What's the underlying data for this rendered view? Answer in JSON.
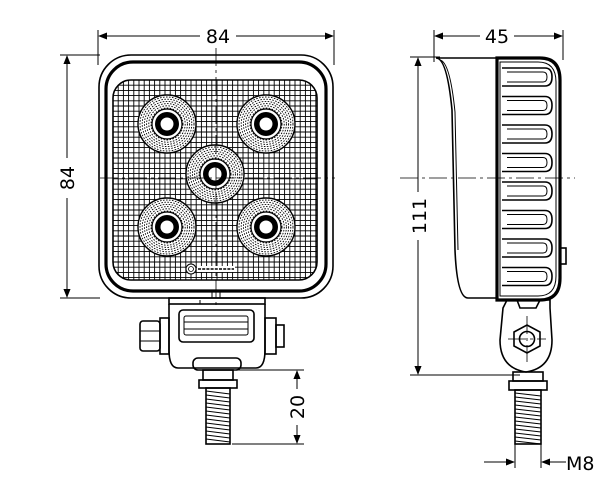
{
  "dimensions": {
    "front_width": "84",
    "front_height": "84",
    "side_width": "45",
    "side_height": "111",
    "bolt_length": "20",
    "thread": "M8"
  },
  "front_view": {
    "led_count": 5,
    "logo_lines": 1
  },
  "side_view": {
    "fin_count": 8
  }
}
